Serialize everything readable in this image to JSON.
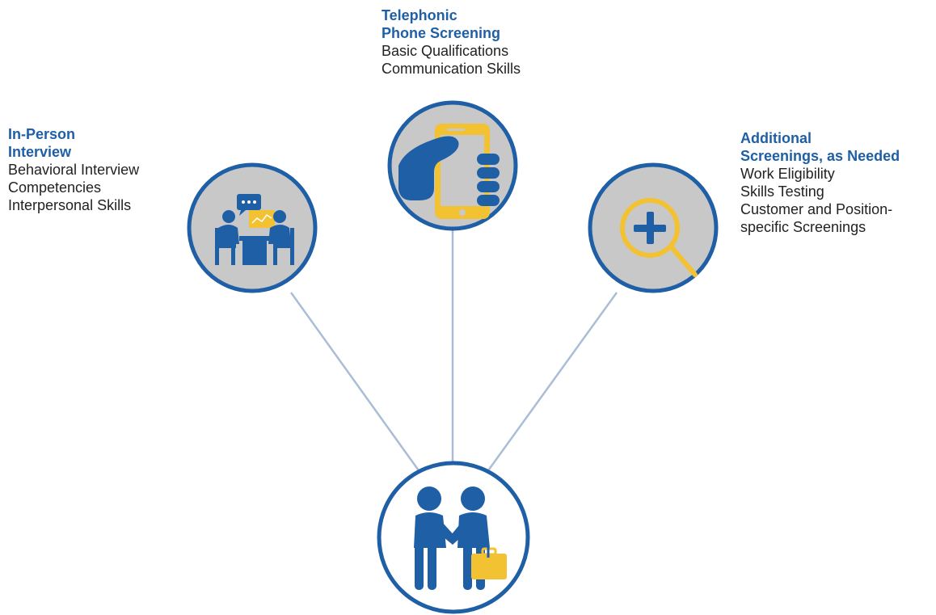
{
  "colors": {
    "brand_blue": "#1f5fa6",
    "accent_yellow": "#f2c233",
    "circle_fill": "#c8c8c8",
    "connector": "#a9bdd6",
    "text": "#222222"
  },
  "nodes": {
    "telephonic": {
      "icon": "phone-in-hand-icon",
      "title_lines": [
        "Telephonic",
        "Phone Screening"
      ],
      "items": [
        "Basic Qualifications",
        "Communication Skills"
      ]
    },
    "in_person": {
      "icon": "interview-meeting-icon",
      "title_lines": [
        "In-Person",
        "Interview"
      ],
      "items": [
        "Behavioral Interview",
        "Competencies",
        "Interpersonal Skills"
      ]
    },
    "additional": {
      "icon": "magnifier-plus-icon",
      "title_lines": [
        "Additional",
        "Screenings, as Needed"
      ],
      "items": [
        "Work Eligibility",
        "Skills Testing",
        "Customer and Position-",
        "specific Screenings"
      ]
    },
    "hire": {
      "icon": "handshake-hire-icon"
    }
  }
}
